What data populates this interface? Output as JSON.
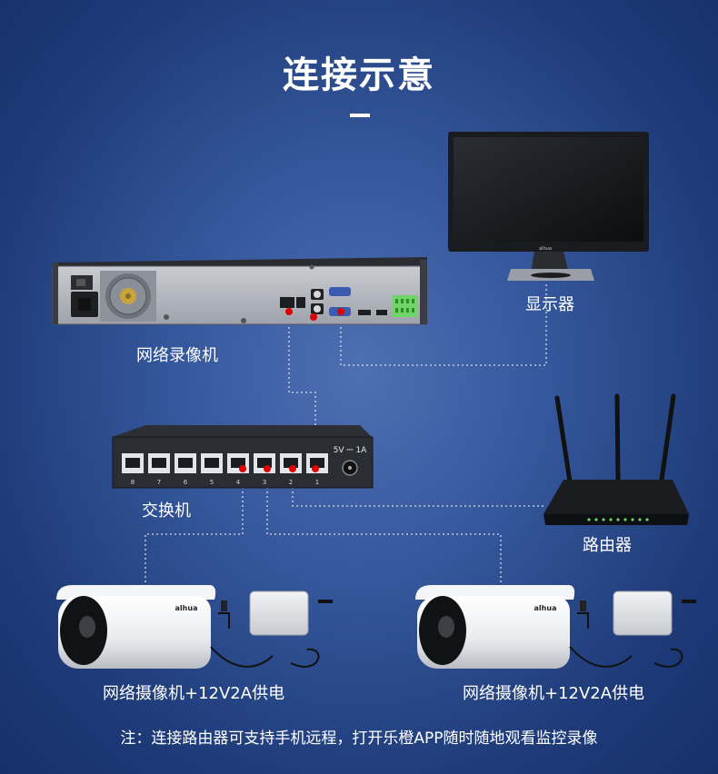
{
  "title": "连接示意",
  "labels": {
    "monitor": "显示器",
    "nvr": "网络录像机",
    "switch": "交换机",
    "router": "路由器",
    "camera_left": "网络摄像机+12V2A供电",
    "camera_right": "网络摄像机+12V2A供电"
  },
  "switch_power_text": "5V ⎓ 1A",
  "switch_port_numbers": [
    "8",
    "7",
    "6",
    "5",
    "4",
    "3",
    "2",
    "1"
  ],
  "note": "注：连接路由器可支持手机远程，打开乐橙APP随时随地观看监控录像",
  "colors": {
    "background": "#2c4f94",
    "marker": "#e00000",
    "wire": "#d8dde8",
    "connector": "#6fd46a"
  }
}
